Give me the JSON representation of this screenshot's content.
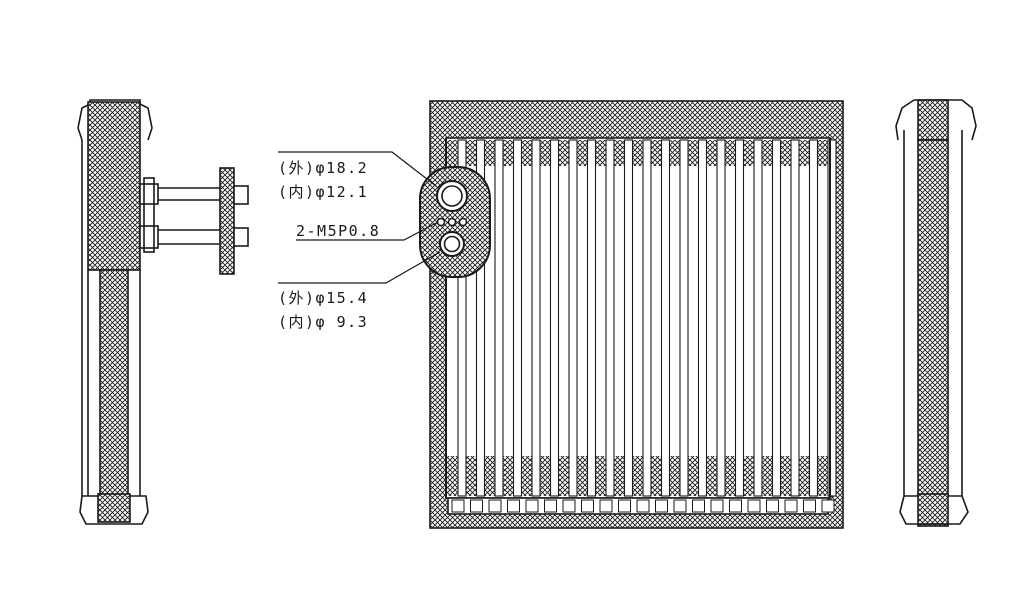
{
  "callouts": {
    "outlet_outer": "(外)φ18.2",
    "outlet_inner": "(内)φ12.1",
    "bolt_spec": "2-M5P0.8",
    "inlet_outer": "(外)φ15.4",
    "inlet_inner": "(内)φ 9.3"
  },
  "colors": {
    "line": "#1a1a1a",
    "background": "#ffffff"
  }
}
